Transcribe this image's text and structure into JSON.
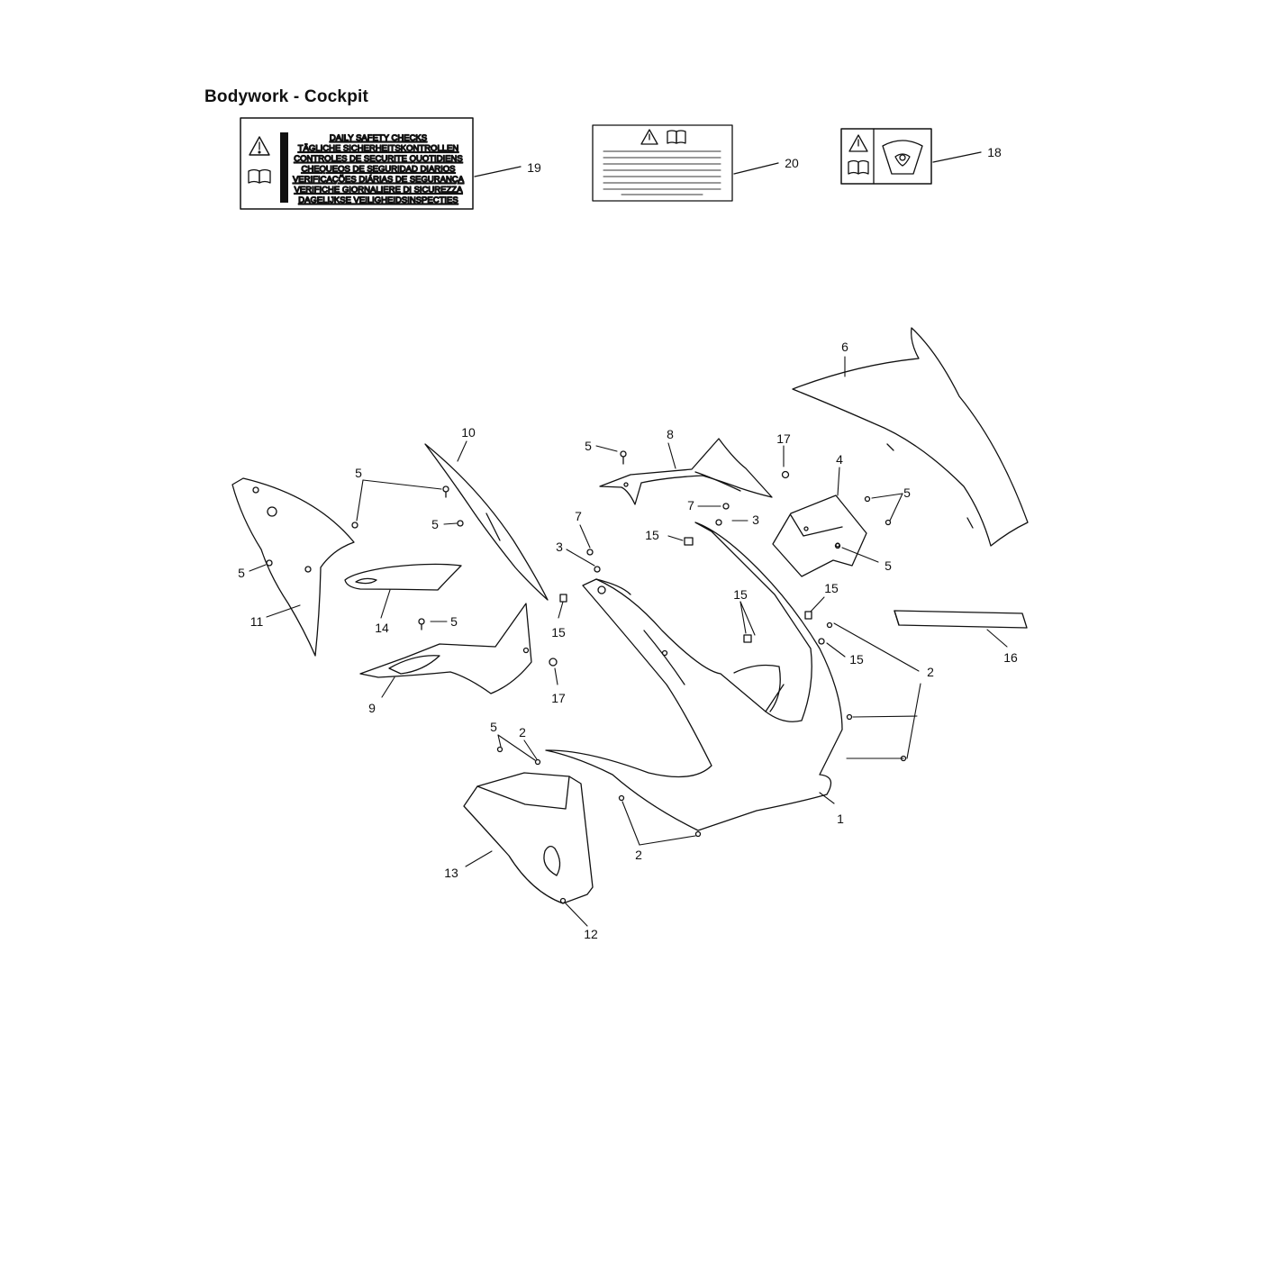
{
  "title": "Bodywork - Cockpit",
  "decal_19_lines": [
    "DAILY SAFETY CHECKS",
    "TÄGLICHE SICHERHEITSKONTROLLEN",
    "CONTROLES DE SECURITE QUOTIDIENS",
    "CHEQUEOS DE SEGURIDAD DIARIOS",
    "VERIFICAÇÕES DIÁRIAS DE SEGURANÇA",
    "VERIFICHE GIORNALIERE DI SICUREZZA",
    "DAGELIJKSE VEILIGHEIDSINSPECTIES"
  ],
  "callouts": {
    "c1": "1",
    "c2a": "2",
    "c2b": "2",
    "c2c": "2",
    "c3a": "3",
    "c3b": "3",
    "c4": "4",
    "c5a": "5",
    "c5b": "5",
    "c5c": "5",
    "c5d": "5",
    "c5e": "5",
    "c5f": "5",
    "c5g": "5",
    "c5h": "5",
    "c6": "6",
    "c7a": "7",
    "c7b": "7",
    "c8": "8",
    "c9": "9",
    "c10": "10",
    "c11": "11",
    "c12": "12",
    "c13": "13",
    "c14": "14",
    "c15a": "15",
    "c15b": "15",
    "c15c": "15",
    "c15d": "15",
    "c15e": "15",
    "c16": "16",
    "c17a": "17",
    "c17b": "17",
    "c18": "18",
    "c19": "19",
    "c20": "20"
  },
  "icons": [
    "warning-triangle-icon",
    "manual-book-icon",
    "windscreen-cleaning-icon"
  ]
}
